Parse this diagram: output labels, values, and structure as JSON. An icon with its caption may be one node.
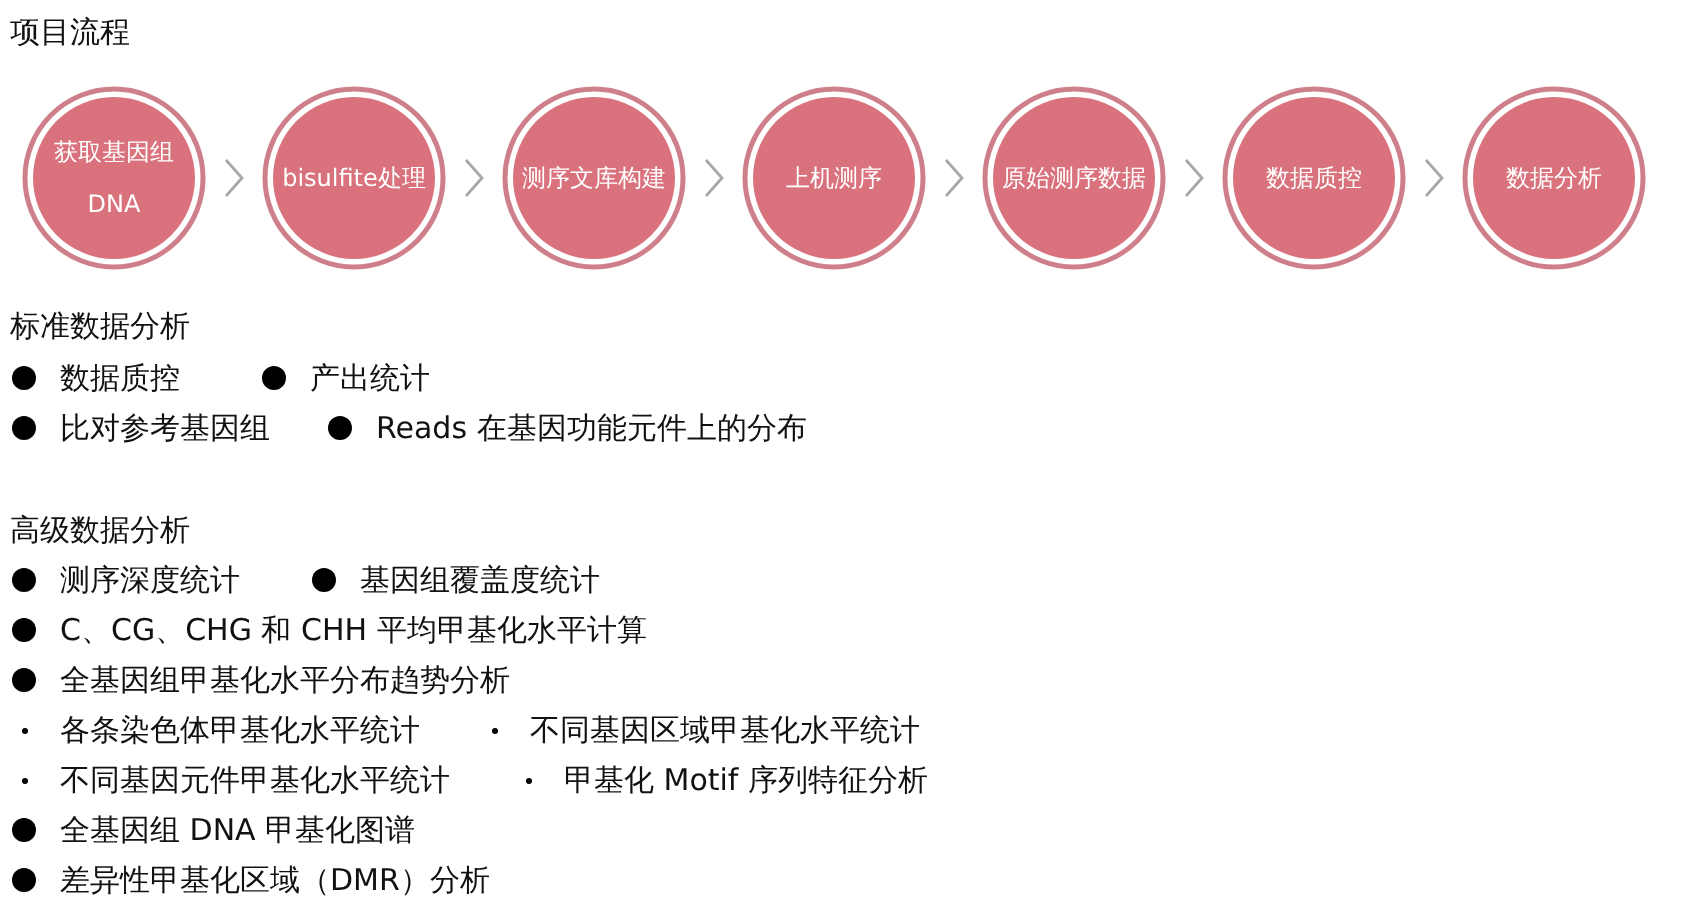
{
  "diagram": {
    "title": "项目流程",
    "nodes": [
      {
        "text": [
          "获取基因组 DNA"
        ]
      },
      {
        "text": [
          "bisulfite处理"
        ]
      },
      {
        "text": [
          "测序文库构建"
        ]
      },
      {
        "text": [
          "上机测序"
        ]
      },
      {
        "text": [
          "原始测序数据"
        ]
      },
      {
        "text": [
          "数据质控"
        ]
      },
      {
        "text": [
          "数据分析"
        ]
      }
    ],
    "edges": [
      {
        "from": 0,
        "to": 1,
        "arrow": "to"
      },
      {
        "from": 1,
        "to": 2,
        "arrow": "to"
      },
      {
        "from": 2,
        "to": 3,
        "arrow": "to"
      },
      {
        "from": 3,
        "to": 4,
        "arrow": "to"
      },
      {
        "from": 4,
        "to": 5,
        "arrow": "to"
      },
      {
        "from": 5,
        "to": 6,
        "arrow": "to"
      }
    ],
    "labels": [
      "标准数据分析",
      "数据质控",
      "产出统计",
      "比对参考基因组",
      "Reads 在基因功能元件上的分布",
      "高级数据分析",
      "测序深度统计",
      "基因组覆盖度统计",
      "C、CG、CHG 和 CHH 平均甲基化水平计算",
      "全基因组甲基化水平分布趋势分析",
      "各条染色体甲基化水平统计",
      "不同基因区域甲基化水平统计",
      "不同基因元件甲基化水平统计",
      "甲基化 Motif 序列特征分析",
      "全基因组 DNA 甲基化图谱",
      "差异性甲基化区域（DMR）分析"
    ]
  }
}
